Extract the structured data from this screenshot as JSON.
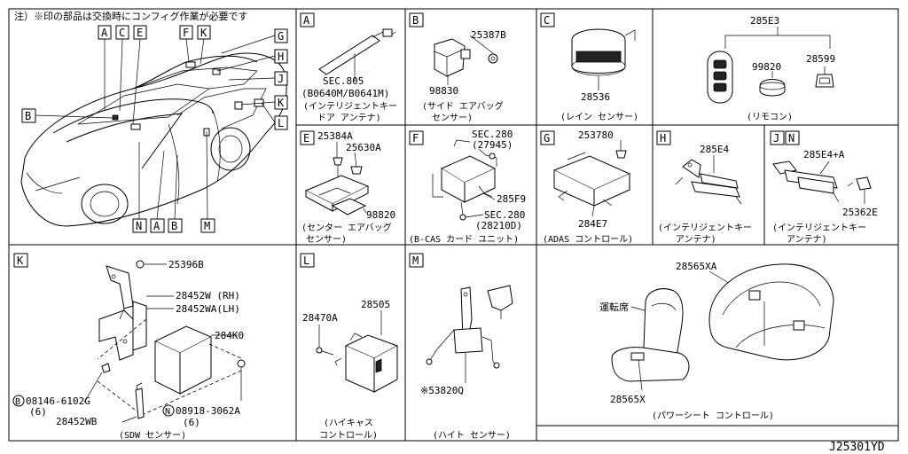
{
  "note": "注）※印の部品は交換時にコンフィグ作業が必要です",
  "drawing_id": "J25301YD",
  "overview": {
    "top_labels": [
      "A",
      "C",
      "E",
      "F",
      "K",
      "G",
      "H",
      "J",
      "K",
      "L"
    ],
    "left_label": "B",
    "bottom_labels": [
      "N",
      "A",
      "B",
      "M"
    ]
  },
  "panels": {
    "A": {
      "letter": "A",
      "ref1": "SEC.805",
      "ref2": "(B0640M/B0641M)",
      "caption": "(インテリジェントキー\nドア アンテナ)",
      "cap1": "(インテリジェントキー",
      "cap2": "ドア アンテナ)"
    },
    "B": {
      "letter": "B",
      "p1": "25387B",
      "p2": "98830",
      "cap1": "(サイド エアバッグ",
      "cap2": "センサー)"
    },
    "C": {
      "letter": "C",
      "p1": "28536",
      "cap1": "(レイン センサー)"
    },
    "remote": {
      "p1": "285E3",
      "p2": "99820",
      "p3": "28599",
      "cap1": "(リモコン)"
    },
    "E": {
      "letter": "E",
      "p1": "25384A",
      "p2": "25630A",
      "p3": "98820",
      "cap1": "(センター エアバッグ",
      "cap2": "センサー)"
    },
    "F": {
      "letter": "F",
      "ref1": "SEC.280",
      "ref1b": "(27945)",
      "p1": "285F9",
      "ref2": "SEC.280",
      "ref2b": "(28210D)",
      "cap1": "(B-CAS カード ユニット)"
    },
    "G": {
      "letter": "G",
      "p1": "253780",
      "p2": "284E7",
      "cap1": "(ADAS コントロール)"
    },
    "H": {
      "letter": "H",
      "p1": "285E4",
      "cap1": "(インテリジェントキー",
      "cap2": "アンテナ)"
    },
    "JN": {
      "letter1": "J",
      "letter2": "N",
      "p1": "285E4+A",
      "p2": "25362E",
      "cap1": "(インテリジェントキー",
      "cap2": "アンテナ)"
    },
    "K": {
      "letter": "K",
      "p1": "25396B",
      "p2": "28452W (RH)",
      "p3": "28452WA(LH)",
      "p4": "284K0",
      "p5": "08146-6102G",
      "p5q": "(6)",
      "p5c": "B",
      "p6": "28452WB",
      "p7": "08918-3062A",
      "p7q": "(6)",
      "p7c": "N",
      "cap1": "(SDW センサー)"
    },
    "L": {
      "letter": "L",
      "p1": "28505",
      "p2": "28470A",
      "cap1": "(ハイキャス",
      "cap2": "コントロール)"
    },
    "M": {
      "letter": "M",
      "p1": "※53820Q",
      "cap1": "(ハイト センサー)"
    },
    "seat": {
      "p1": "28565XA",
      "p2": "運転席",
      "p3": "28565X",
      "cap1": "(パワーシート コントロール)"
    }
  }
}
